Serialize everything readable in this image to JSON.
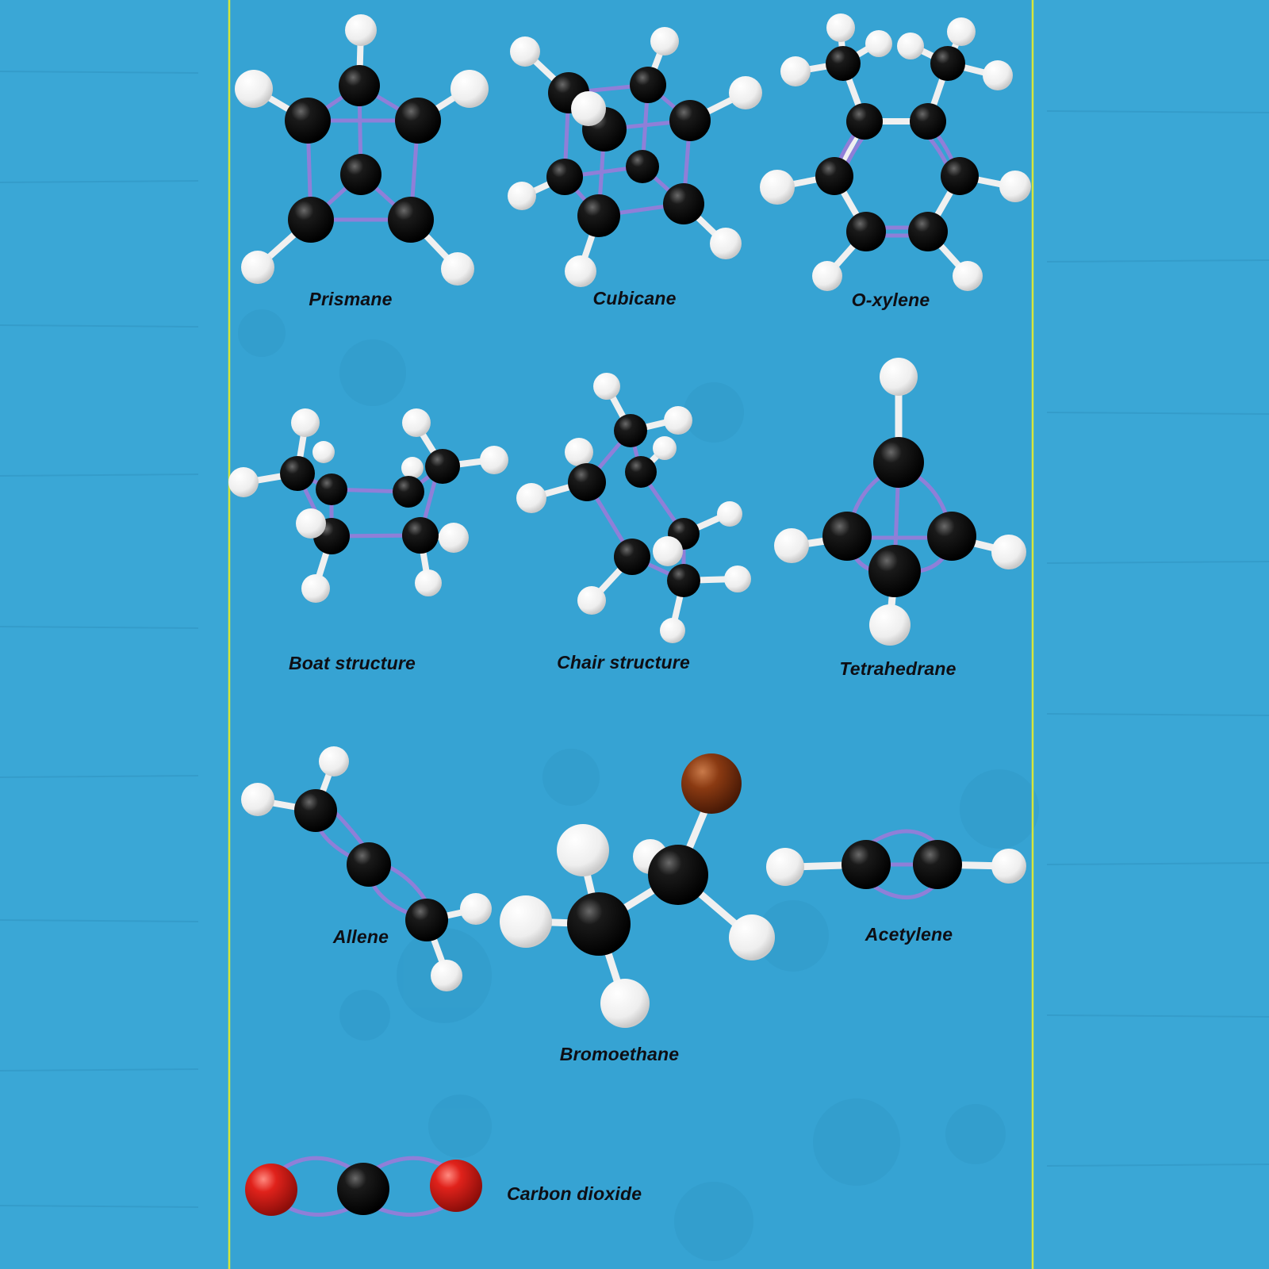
{
  "colors": {
    "background": "#3aa7d6",
    "panel": "#36a3d3",
    "frame_line": "#d6e63a",
    "carbon": "#0a0a0a",
    "hydrogen": "#f2f2f2",
    "oxygen": "#e0221b",
    "bromine": "#8a3a12",
    "bond_long": "#8f7fd8",
    "bond_short": "#f2f2f2",
    "label_text": "#0e0e14"
  },
  "molecules": {
    "prismane": {
      "name": "Prismane"
    },
    "cubicane": {
      "name": "Cubicane"
    },
    "oxylene": {
      "name": "O-xylene"
    },
    "boat": {
      "name": "Boat structure"
    },
    "chair": {
      "name": "Chair structure"
    },
    "tetrahedrane": {
      "name": "Tetrahedrane"
    },
    "allene": {
      "name": "Allene"
    },
    "bromoethane": {
      "name": "Bromoethane"
    },
    "acetylene": {
      "name": "Acetylene"
    },
    "carbon_dioxide": {
      "name": "Carbon dioxide"
    }
  }
}
